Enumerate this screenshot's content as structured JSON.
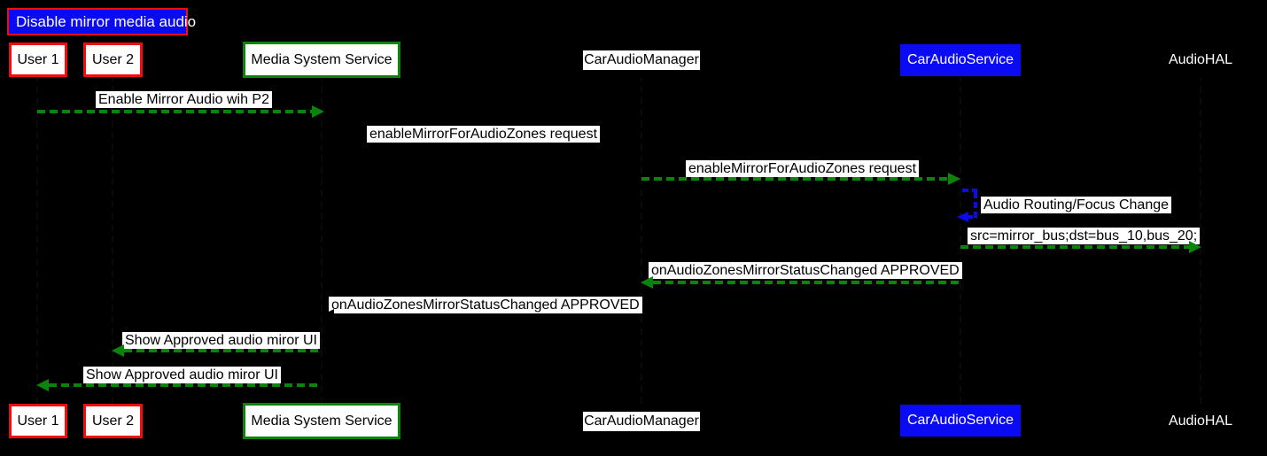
{
  "diagram": {
    "type": "sequence-diagram",
    "title": "Disable mirror media audio",
    "participants": [
      {
        "id": "user1",
        "label": "User 1",
        "style": "red-box"
      },
      {
        "id": "user2",
        "label": "User 2",
        "style": "red-box"
      },
      {
        "id": "media-system-service",
        "label": "Media System Service",
        "style": "green-box"
      },
      {
        "id": "car-audio-manager",
        "label": "CarAudioManager",
        "style": "white-label"
      },
      {
        "id": "car-audio-service",
        "label": "CarAudioService",
        "style": "blue-box"
      },
      {
        "id": "audio-hal",
        "label": "AudioHAL",
        "style": "text-only"
      }
    ],
    "messages": [
      {
        "label": "Enable Mirror Audio wih P2",
        "from": "User 1",
        "to": "Media System Service",
        "direction": "right",
        "color": "green",
        "line": "dashed"
      },
      {
        "label": "enableMirrorForAudioZones request",
        "from": "Media System Service",
        "to": "CarAudioManager",
        "direction": "right",
        "color": "black",
        "line": "dashed"
      },
      {
        "label": "enableMirrorForAudioZones request",
        "from": "CarAudioManager",
        "to": "CarAudioService",
        "direction": "right",
        "color": "green",
        "line": "dashed"
      },
      {
        "label": "Audio Routing/Focus Change",
        "from": "CarAudioService",
        "to": "CarAudioService",
        "direction": "self",
        "color": "blue",
        "line": "dashed"
      },
      {
        "label": "src=mirror_bus;dst=bus_10,bus_20;",
        "from": "CarAudioService",
        "to": "AudioHAL",
        "direction": "right",
        "color": "green",
        "line": "dashed"
      },
      {
        "label": "onAudioZonesMirrorStatusChanged APPROVED",
        "from": "CarAudioService",
        "to": "CarAudioManager",
        "direction": "left",
        "color": "green",
        "line": "dashed"
      },
      {
        "label": "onAudioZonesMirrorStatusChanged APPROVED",
        "from": "CarAudioManager",
        "to": "Media System Service",
        "direction": "left",
        "color": "black",
        "line": "dashed"
      },
      {
        "label": "Show Approved audio miror UI",
        "from": "Media System Service",
        "to": "User 2",
        "direction": "left",
        "color": "green",
        "line": "dashed"
      },
      {
        "label": "Show Approved audio miror UI",
        "from": "Media System Service",
        "to": "User 1",
        "direction": "left",
        "color": "green",
        "line": "dashed"
      }
    ],
    "colors": {
      "green": "#0a850a",
      "blue": "#0a0af5",
      "red": "#f50b0b",
      "label_bg": "#ffffff",
      "text_dark": "#000000",
      "text_light": "#ffffff",
      "background": "#000000"
    }
  }
}
